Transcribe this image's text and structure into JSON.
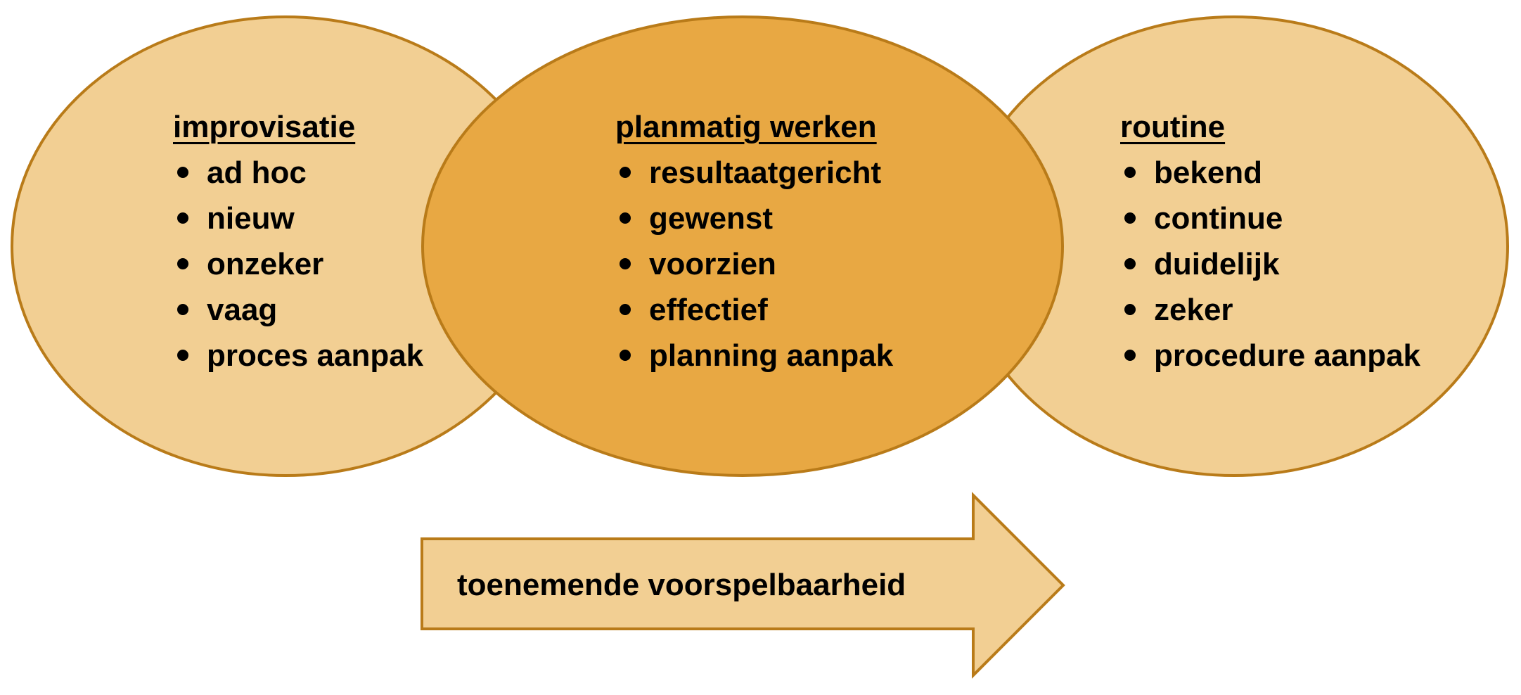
{
  "colors": {
    "ellipse_fill": "#f2cf93",
    "center_fill": "#e8a843",
    "outline": "#b97b19",
    "text": "#000000"
  },
  "sections": {
    "left": {
      "heading": "improvisatie",
      "items": [
        "ad hoc",
        "nieuw",
        "onzeker",
        "vaag",
        "proces aanpak"
      ]
    },
    "center": {
      "heading": "planmatig werken",
      "items": [
        "resultaatgericht",
        "gewenst",
        "voorzien",
        "effectief",
        "planning aanpak"
      ]
    },
    "right": {
      "heading": "routine",
      "items": [
        "bekend",
        "continue",
        "duidelijk",
        "zeker",
        "procedure aanpak"
      ]
    }
  },
  "arrow": {
    "label": "toenemende voorspelbaarheid"
  }
}
